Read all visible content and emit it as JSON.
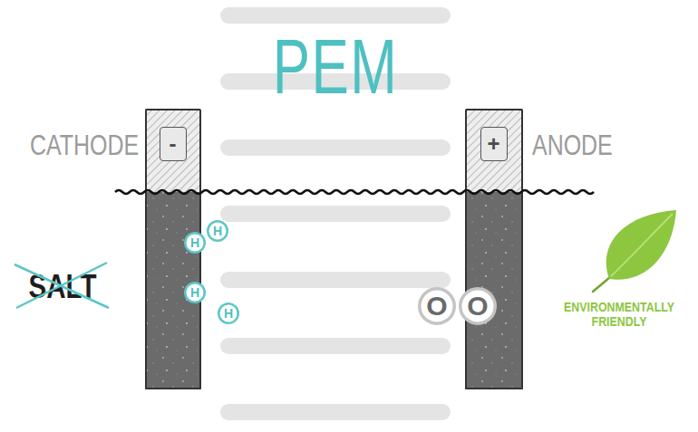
{
  "diagram": {
    "title": "PEM",
    "nodes": [
      {
        "text": [
          "CATHODE",
          "-"
        ]
      },
      {
        "text": [
          "+",
          "ANODE"
        ]
      },
      {
        "text": [
          "H"
        ]
      },
      {
        "text": [
          "H"
        ]
      },
      {
        "text": [
          "H"
        ]
      },
      {
        "text": [
          "H"
        ]
      },
      {
        "text": [
          "O"
        ]
      },
      {
        "text": [
          "O"
        ]
      }
    ],
    "labels": [
      "SALT",
      "ENVIRONMENTALLY FRIENDLY"
    ]
  }
}
